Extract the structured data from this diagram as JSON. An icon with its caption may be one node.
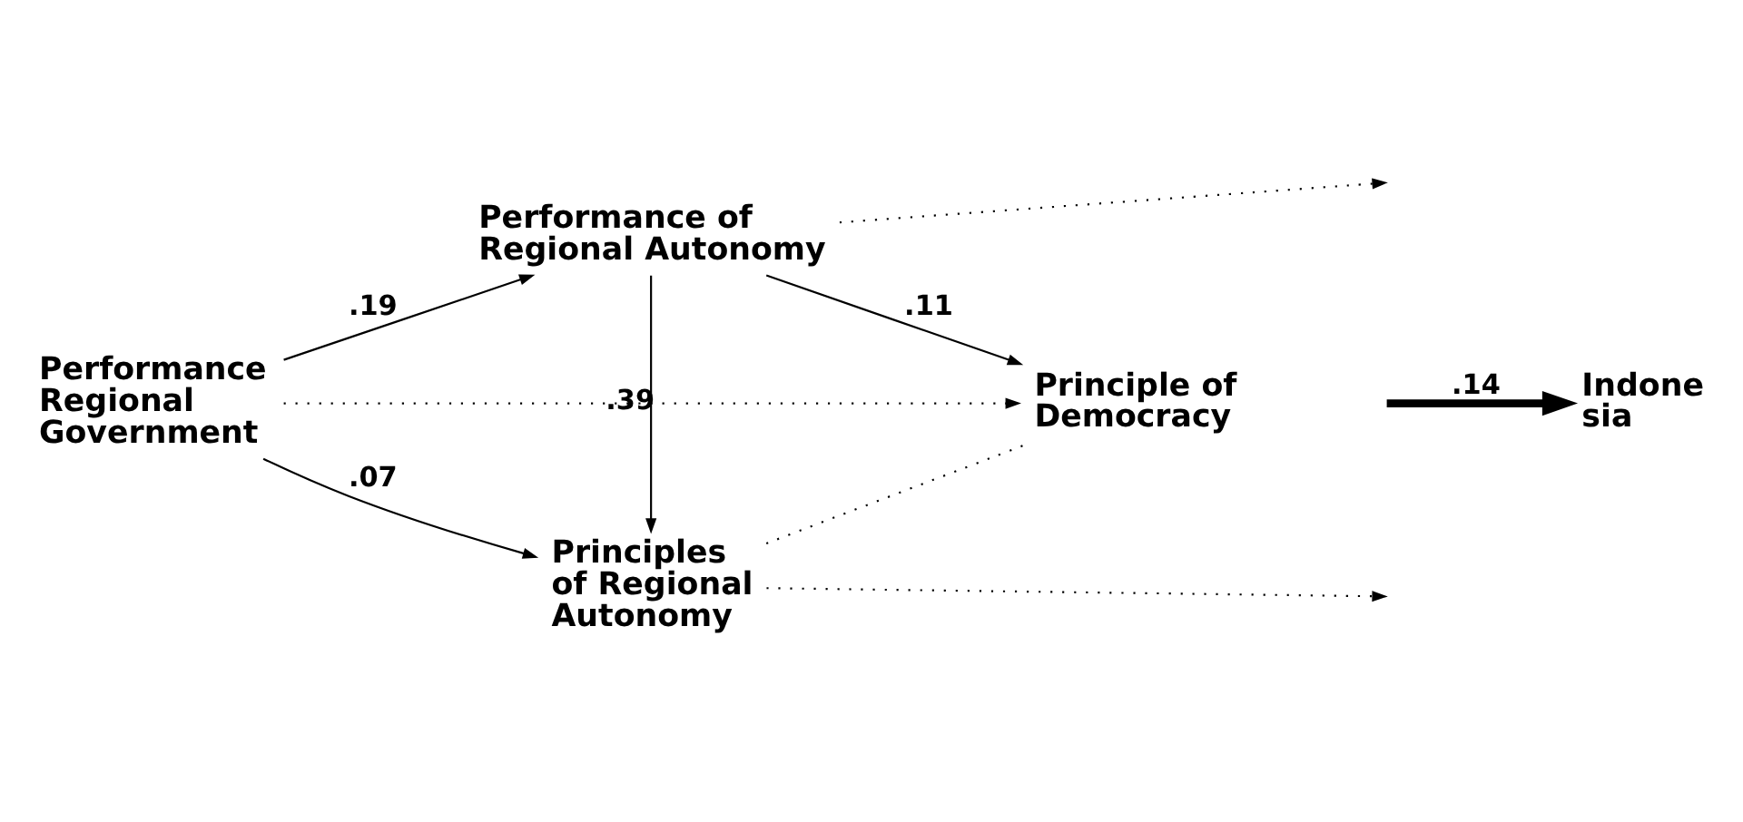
{
  "diagram": {
    "nodes": [
      {
        "text": [
          "Performance Regional Government"
        ]
      },
      {
        "text": [
          "Performance of Regional Autonomy"
        ]
      },
      {
        "text": [
          "Principle of Democracy"
        ]
      },
      {
        "text": [
          "Principles of Regional Autonomy"
        ]
      },
      {
        "text": [
          "Indone sia"
        ]
      }
    ],
    "edges": [
      {
        "from": 0,
        "to": 1,
        "arrow": "to",
        "label": ".19"
      },
      {
        "from": 0,
        "to": 2,
        "arrow": "to",
        "style": "dashed"
      },
      {
        "from": 0,
        "to": 3,
        "arrow": "to",
        "label": ".07"
      },
      {
        "from": 1,
        "to": 2,
        "arrow": "to",
        "label": ".11"
      },
      {
        "from": 1,
        "to": 3,
        "arrow": "to",
        "label": ".39"
      },
      {
        "from": 1,
        "to": null,
        "arrow": "to",
        "style": "dashed"
      },
      {
        "from": 3,
        "to": 2,
        "arrow": "none",
        "style": "dashed"
      },
      {
        "from": 3,
        "to": null,
        "arrow": "to",
        "style": "dashed"
      },
      {
        "from": null,
        "to": 4,
        "arrow": "to",
        "style": "thick",
        "label": ".14"
      }
    ]
  }
}
